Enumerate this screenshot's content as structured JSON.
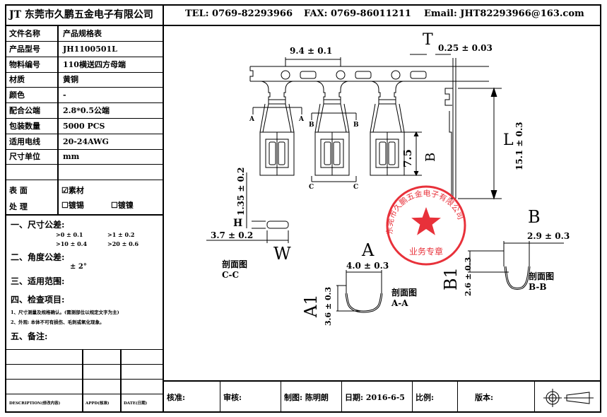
{
  "company": "JT 东莞市久鹏五金电子有限公司",
  "contact": {
    "tel": "TEL: 0769-82293966",
    "fax": "FAX: 0769-86011211",
    "email": "Email: JHT82293966@163.com"
  },
  "spec": [
    {
      "key": "文件名称",
      "value": "产品规格表"
    },
    {
      "key": "产品型号",
      "value": "JH1100501L"
    },
    {
      "key": "物料编号",
      "value": "110横送四方母端"
    },
    {
      "key": "材质",
      "value": "黄铜"
    },
    {
      "key": "颜色",
      "value": "-"
    },
    {
      "key": "配合公端",
      "value": "2.8*0.5公端"
    },
    {
      "key": "包装数量",
      "value": "5000 PCS"
    },
    {
      "key": "适用电线",
      "value": "20-24AWG"
    },
    {
      "key": "尺寸单位",
      "value": "mm"
    },
    {
      "key": "",
      "value": ""
    }
  ],
  "surface": {
    "label_1": "表 面",
    "label_2": "处 理",
    "options": [
      {
        "label": "素材",
        "checked": true
      },
      {
        "label": "镀锡",
        "checked": false
      },
      {
        "label": "镀镍",
        "checked": false
      }
    ]
  },
  "notes": {
    "tolerance_title": "一、尺寸公差:",
    "tolerances": [
      ">0 ± 0.1",
      ">1 ± 0.2",
      ">10 ± 0.4",
      ">20 ± 0.6"
    ],
    "angle_title": "二、角度公差:",
    "angle_value": "± 2°",
    "scope_title": "三、适用范围:",
    "inspection_title": "四、检查项目:",
    "inspection_items": [
      "1、尺寸测量及规格确认。(需测部位以规定文字为主)",
      "2、外观: 本体不可有损伤、毛刺或氧化现象。"
    ],
    "remark_title": "五、备注:"
  },
  "revision": {
    "description": "DESCRIPTION(修改内容)",
    "approved": "APPD(核准)",
    "date": "DATE(日期)"
  },
  "title_block": {
    "approve": "核准:",
    "review": "审核:",
    "drawn": "制图: 陈明朗",
    "date": "日期: 2016-6-5",
    "scale": "比例:",
    "version": "版本:"
  },
  "drawing": {
    "pitch": "9.4 ± 0.1",
    "thickness_label": "T",
    "thickness": "0.25 ± 0.03",
    "length_label": "L",
    "length": "15.1 ± 0.3",
    "box_label": "B",
    "box_length": "7.5",
    "section_marks": [
      "A",
      "A",
      "B",
      "B",
      "C",
      "C"
    ],
    "height_label": "H",
    "height": "1.35 ± 0.2",
    "width_label": "W",
    "width": "3.7 ± 0.2",
    "section_cc": [
      "剖面图",
      "C-C"
    ],
    "a_label": "A",
    "a_width": "4.0 ± 0.3",
    "a1_label": "A1",
    "a1_height": "3.6 ± 0.3",
    "section_aa": [
      "剖面图",
      "A-A"
    ],
    "b_label": "B",
    "b_width": "2.9 ± 0.3",
    "b1_label": "B1",
    "b1_height": "2.6 ± 0.3",
    "section_bb": [
      "剖面图",
      "B-B"
    ]
  },
  "stamp": {
    "ring_text": "东莞市久鹏五金电子有限公司",
    "bottom_text": "业务专章",
    "color": "#e8313a"
  }
}
